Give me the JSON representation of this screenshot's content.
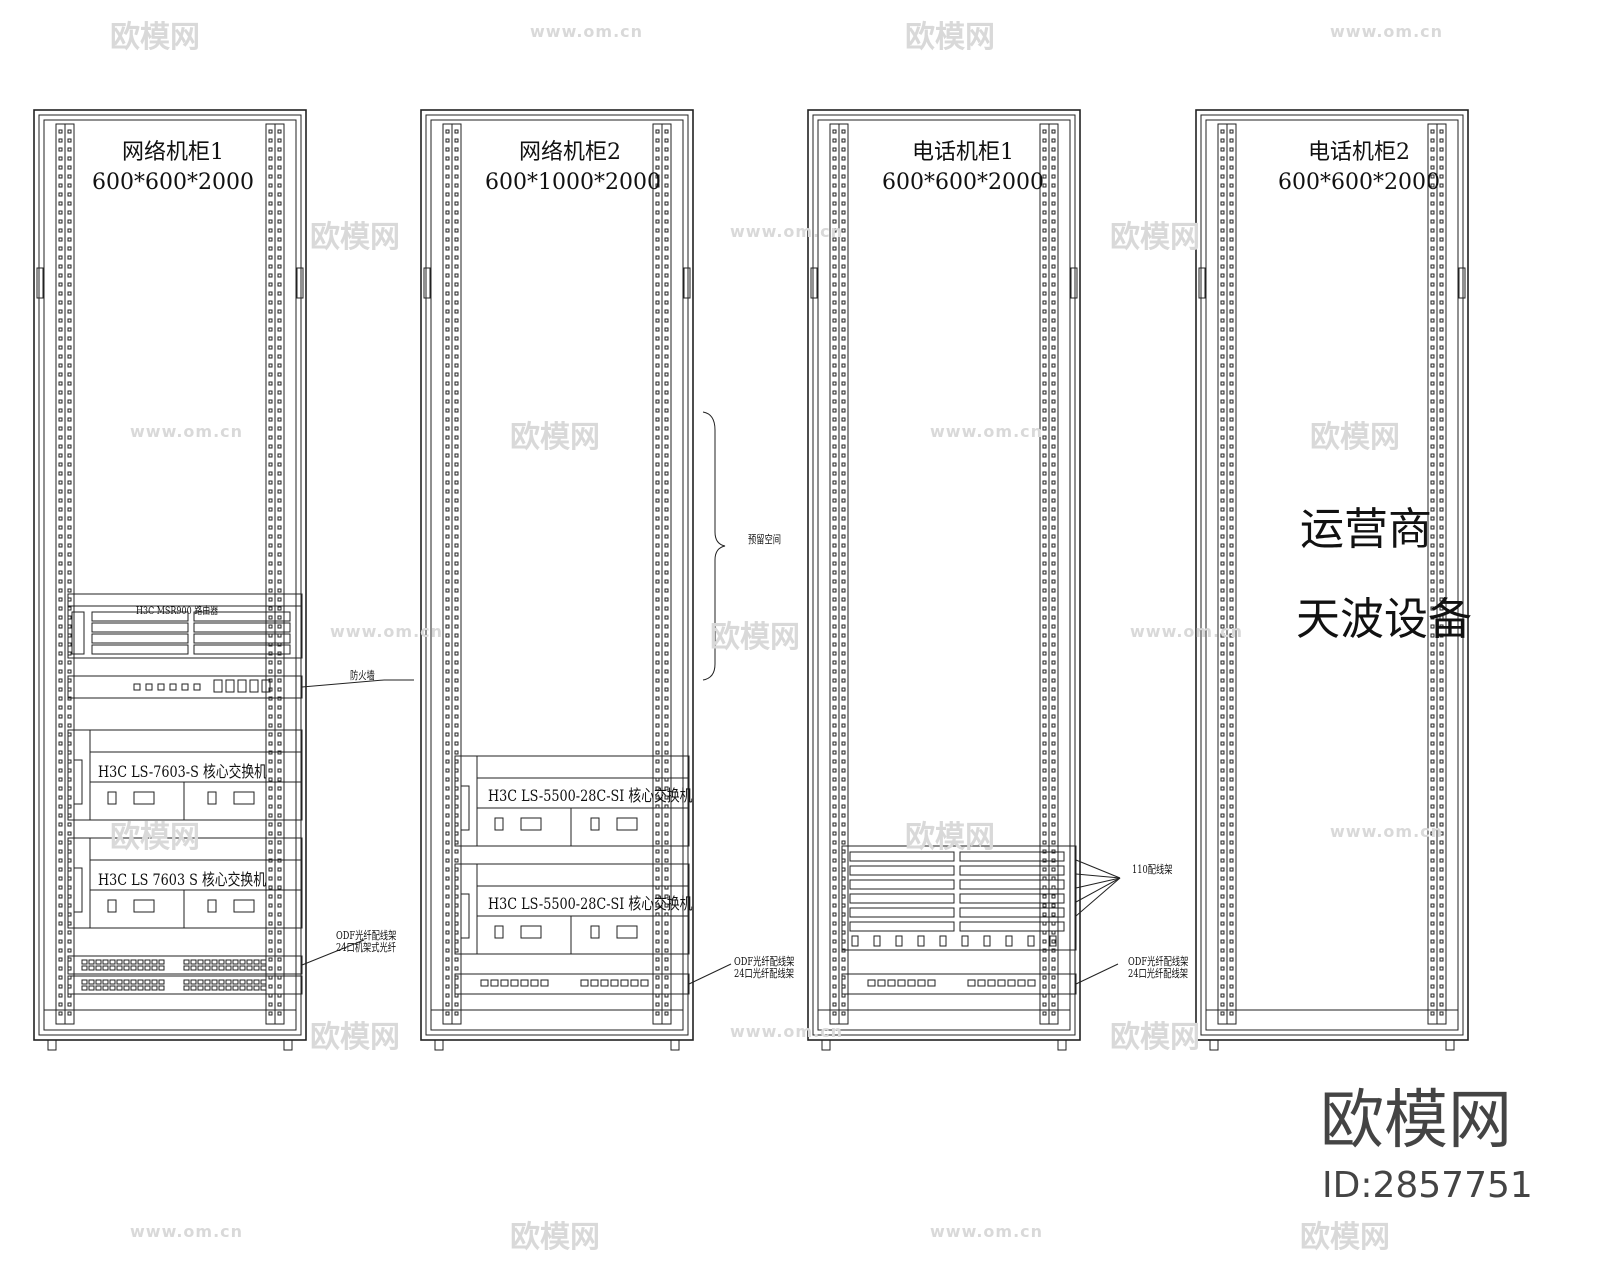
{
  "cabinets": [
    {
      "title": "网络机柜1",
      "size": "600*600*2000"
    },
    {
      "title": "网络机柜2",
      "size": "600*1000*2000"
    },
    {
      "title": "电话机柜1",
      "size": "600*600*2000"
    },
    {
      "title": "电话机柜2",
      "size": "600*600*2000"
    }
  ],
  "cabinet4_label": [
    "运营商",
    "天波设备"
  ],
  "devices": {
    "router_unit": "H3C  MSR900  路由器",
    "core_switch_1a": "H3C LS-7603-S 核心交换机",
    "core_switch_1b": "H3C LS 7603 S 核心交换机",
    "core_switch_2a": "H3C LS-5500-28C-SI 核心交换机",
    "core_switch_2b": "H3C LS-5500-28C-SI 核心交换机"
  },
  "callouts": {
    "router": "防火墙",
    "odf_1": [
      "ODF光纤配线架",
      "24口机架式光纤"
    ],
    "reserve": "预留空间",
    "odf_2": [
      "ODF光纤配线架",
      "24口光纤配线架"
    ],
    "idc": "110配线架",
    "odf_3": [
      "ODF光纤配线架",
      "24口光纤配线架"
    ]
  },
  "watermark": {
    "logo": "欧模网",
    "url": "www.om.cn"
  },
  "brand": {
    "name": "欧模网",
    "id": "ID:2857751"
  }
}
